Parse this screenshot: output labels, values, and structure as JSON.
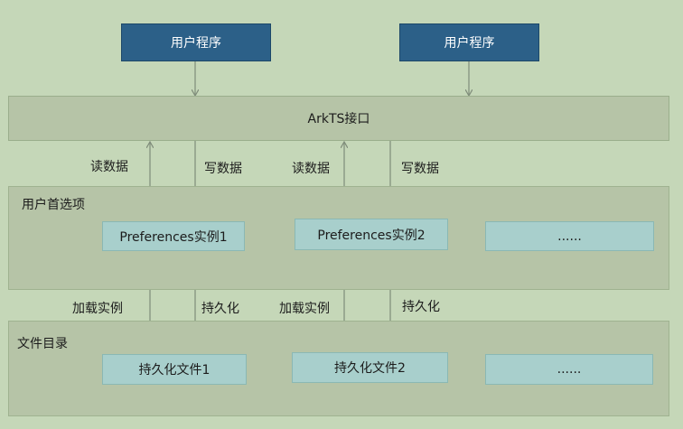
{
  "colors": {
    "background": "#c5d7b8",
    "app_box": "#2c6088",
    "layer": "#b6c4a7",
    "instance_box": "#a8cfcc",
    "arrow": "#7f8c7a"
  },
  "apps": [
    "用户程序",
    "用户程序"
  ],
  "api_label": "ArkTS接口",
  "preferences": {
    "title": "用户首选项",
    "instances": [
      "Preferences实例1",
      "Preferences实例2",
      "......"
    ]
  },
  "files": {
    "title": "文件目录",
    "items": [
      "持久化文件1",
      "持久化文件2",
      "......"
    ]
  },
  "flow_labels": {
    "read": "读数据",
    "write": "写数据",
    "load": "加载实例",
    "persist": "持久化"
  }
}
